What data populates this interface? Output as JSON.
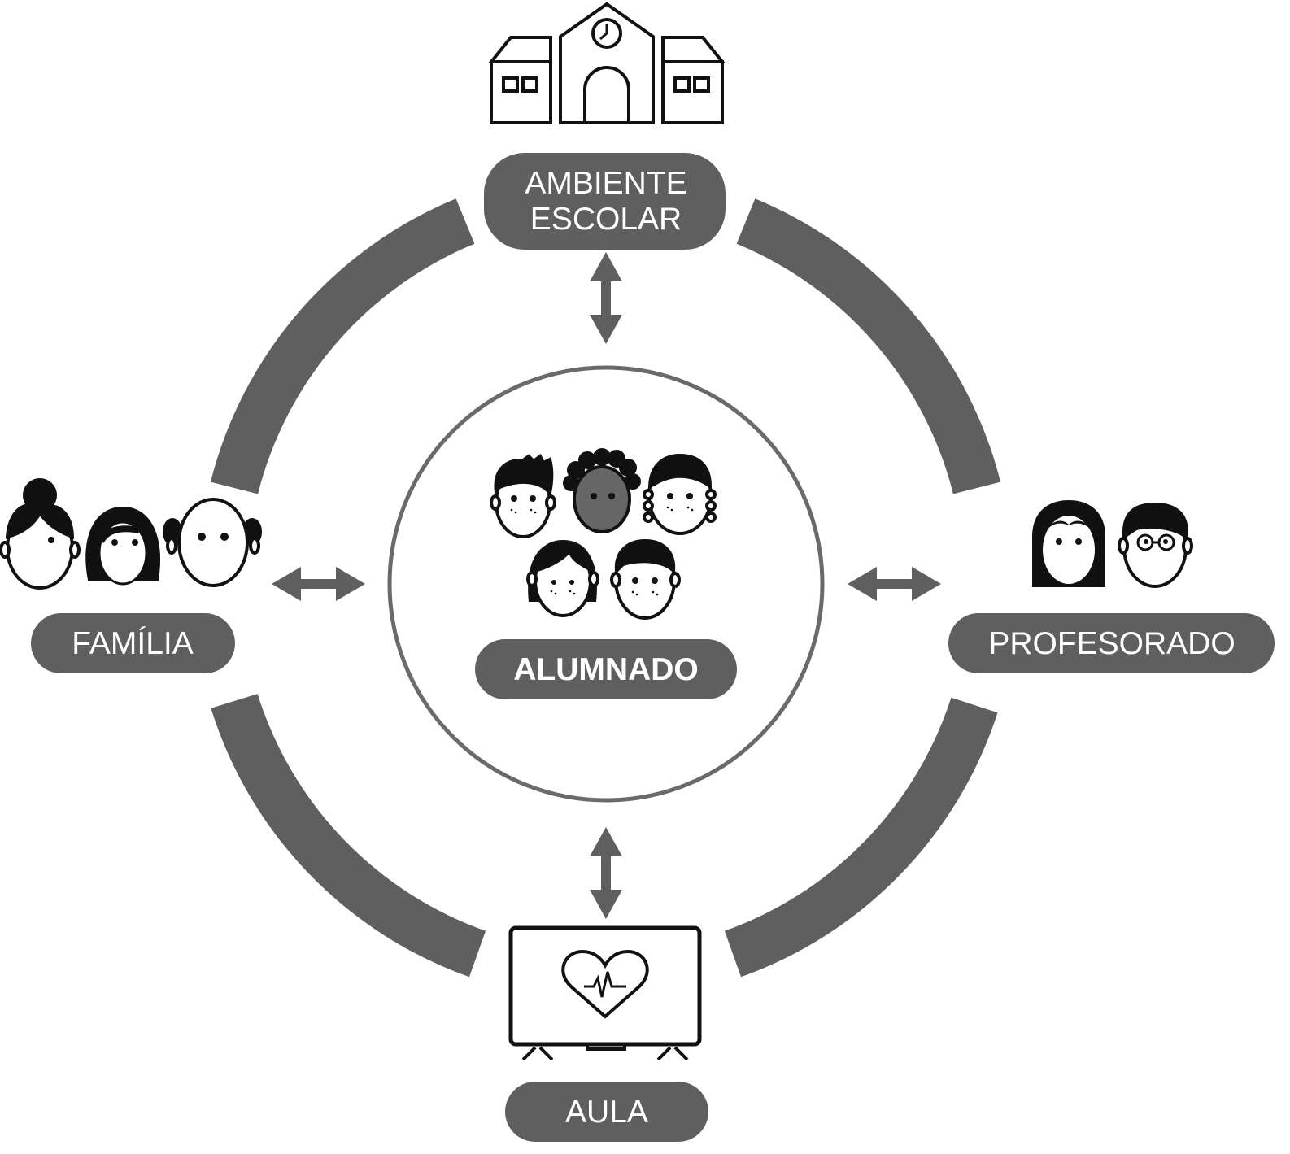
{
  "nodes": {
    "top": {
      "label_line1": "AMBIENTE",
      "label_line2": "ESCOLAR",
      "icon": "school-building-icon"
    },
    "left": {
      "label": "FAMÍLIA",
      "icon": "family-faces-icon"
    },
    "right": {
      "label": "PROFESORADO",
      "icon": "teachers-faces-icon"
    },
    "bottom": {
      "label": "AULA",
      "icon": "tv-heart-pulse-icon"
    },
    "center": {
      "label": "ALUMNADO",
      "icon": "students-faces-icon"
    }
  },
  "colors": {
    "ring": "#5f5f5f",
    "pill": "#5f5f5f",
    "arrow": "#5f5f5f",
    "ink": "#111111",
    "center_outline": "#6a6a6a",
    "face_dark": "#666666"
  }
}
